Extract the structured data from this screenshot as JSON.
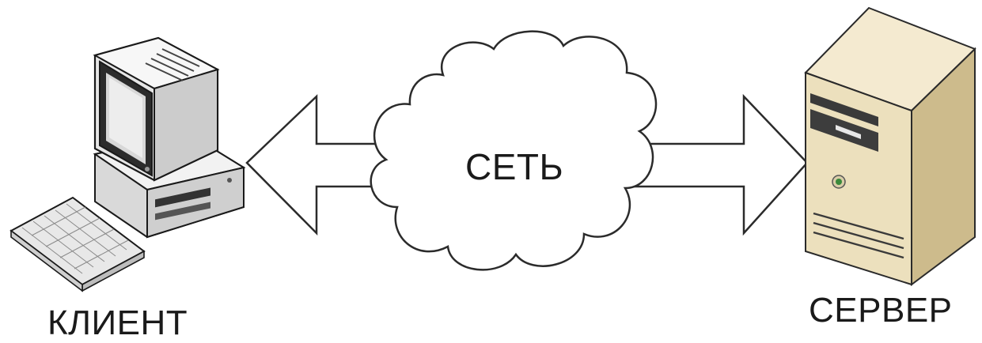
{
  "labels": {
    "client": "КЛИЕНТ",
    "network": "СЕТЬ",
    "server": "СЕРВЕР"
  },
  "icons": {
    "client": "desktop-computer-icon",
    "network": "cloud-icon",
    "server": "server-tower-icon"
  },
  "colors": {
    "outline": "#2b2b2b",
    "server_body": "#e9dcb6",
    "server_side": "#c9b88a",
    "client_body": "#efefef"
  }
}
